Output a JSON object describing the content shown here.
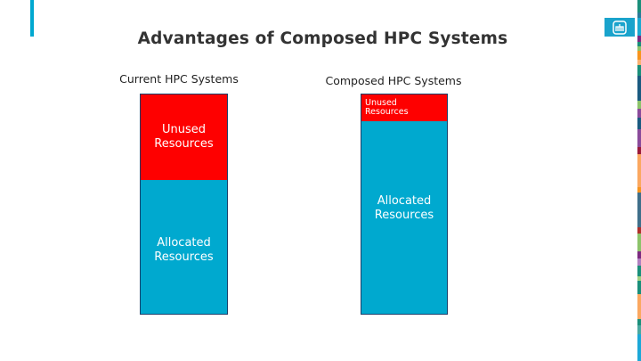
{
  "slide": {
    "title": "Advantages of Composed HPC Systems"
  },
  "columns": [
    {
      "label": "Current HPC Systems",
      "unused_label": "Unused Resources",
      "allocated_label": "Allocated Resources",
      "unused_fraction": 0.39
    },
    {
      "label": "Composed HPC Systems",
      "unused_label": "Unused Resources",
      "allocated_label": "Allocated Resources",
      "unused_fraction": 0.12
    }
  ],
  "colors": {
    "unused": "#fe0000",
    "allocated": "#00a9cf",
    "accent": "#00a8d0"
  },
  "logo": {
    "icon": "thunderbird-logo-icon"
  }
}
